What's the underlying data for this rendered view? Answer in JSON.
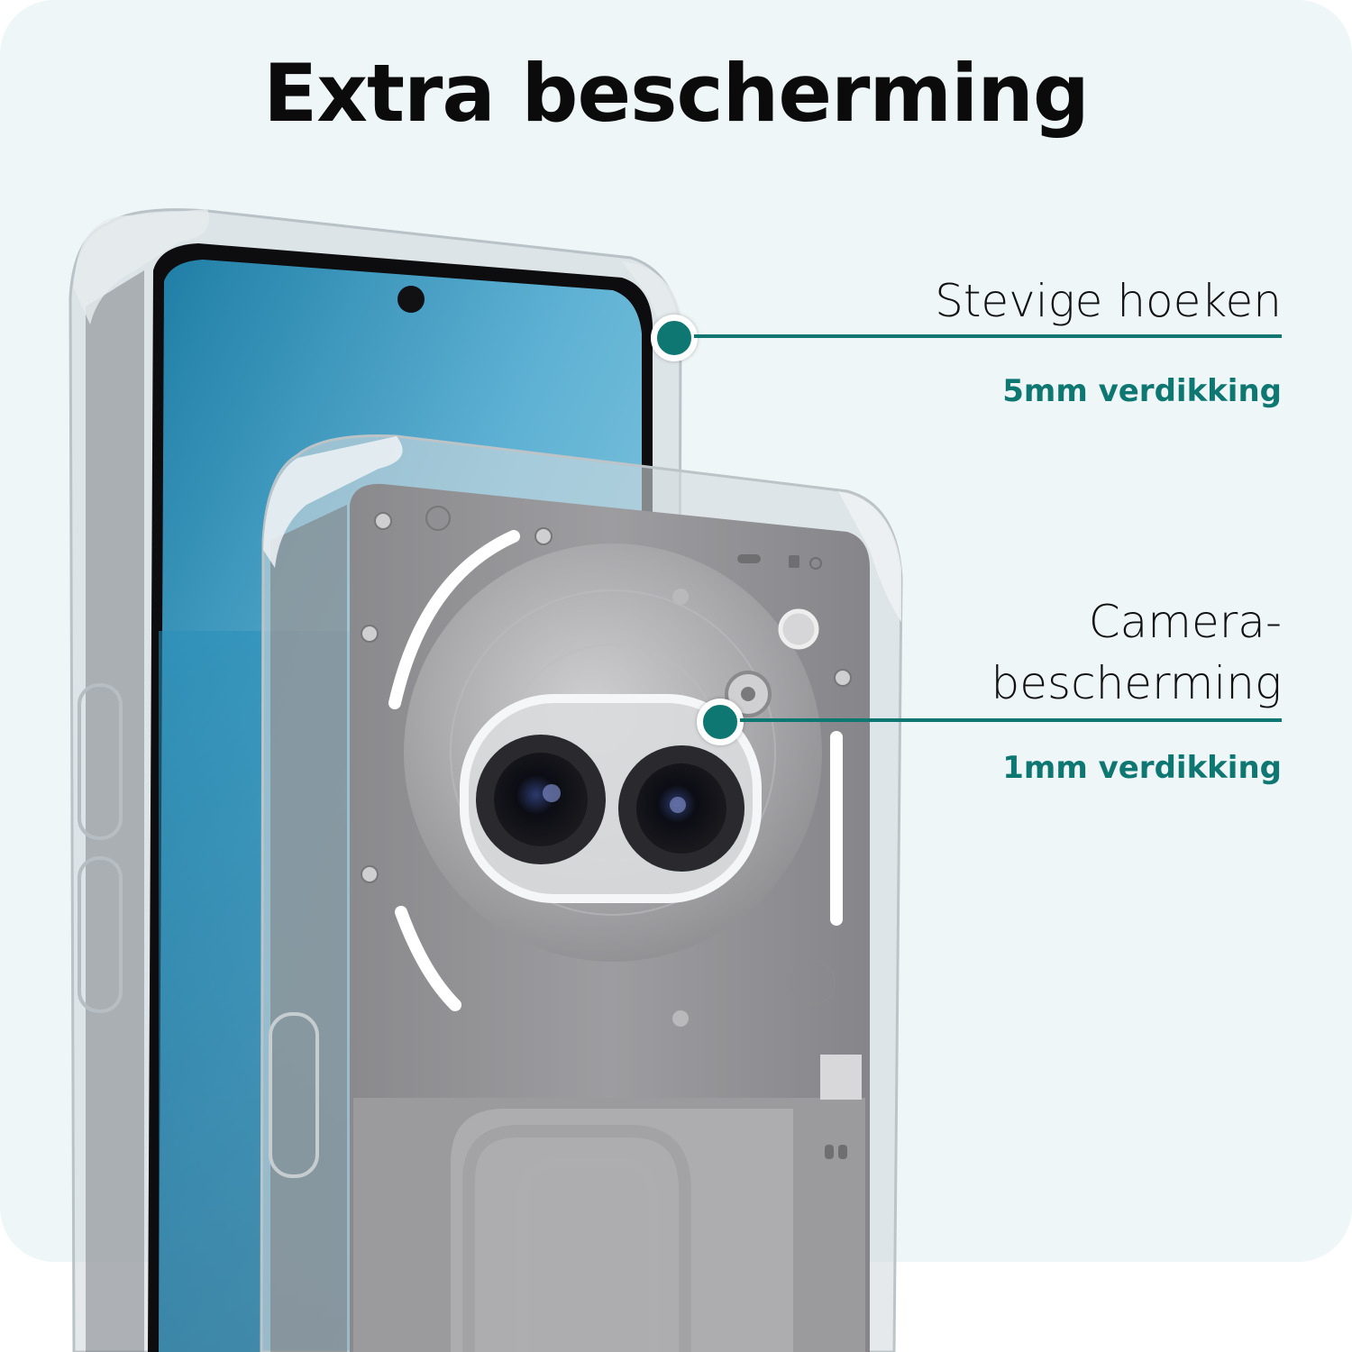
{
  "title": "Extra bescherming",
  "colors": {
    "accent": "#0f7772",
    "background": "#eef6f7",
    "title": "#0b0b0b"
  },
  "callouts": [
    {
      "label": "Stevige hoeken",
      "detail": "5mm verdikking"
    },
    {
      "label_line1": "Camera-",
      "label_line2": "bescherming",
      "detail": "1mm verdikking"
    }
  ]
}
